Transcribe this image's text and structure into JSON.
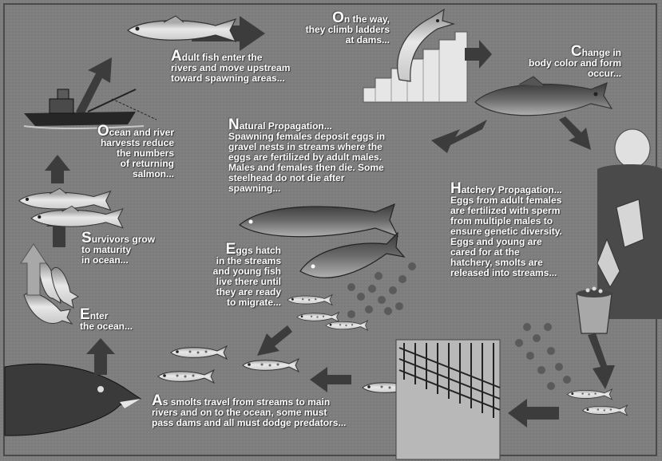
{
  "captions": {
    "adult_fish": {
      "initial": "A",
      "rest": "dult fish enter the\nrivers and move upstream\ntoward spawning areas..."
    },
    "on_the_way": {
      "initial": "O",
      "rest": "n the way,\nthey climb ladders\nat dams..."
    },
    "change": {
      "initial": "C",
      "rest": "hange in\nbody color and form\noccur..."
    },
    "natural": {
      "initial": "N",
      "rest": "atural Propagation...\nSpawning females deposit eggs in\ngravel nests in streams where the\neggs are fertilized by adult males.\nMales and females then die. Some\nsteelhead do not die after\nspawning..."
    },
    "ocean_harvest": {
      "initial": "O",
      "rest": "cean and river\nharvests reduce\nthe numbers\nof returning\nsalmon..."
    },
    "hatchery": {
      "initial": "H",
      "rest": "atchery Propagation...\nEggs from adult females\nare fertilized with sperm\nfrom multiple males to\nensure genetic diversity.\nEggs and young are\ncared for at the\nhatchery, smolts are\nreleased into streams..."
    },
    "survivors": {
      "initial": "S",
      "rest": "urvivors grow\nto maturity\nin ocean..."
    },
    "eggs_hatch": {
      "initial": "E",
      "rest": "ggs hatch\nin the streams\nand young fish\nlive there until\nthey are ready\nto migrate..."
    },
    "enter_ocean": {
      "initial": "E",
      "rest": "nter\nthe ocean..."
    },
    "smolts": {
      "initial": "A",
      "rest": "s smolts travel from streams to main\nrivers and on to the ocean, some must\npass dams and all must dodge predators..."
    }
  },
  "colors": {
    "background": "#7d7d7d",
    "arrow_dark": "#3c3c3c",
    "arrow_light": "#a8a8a8",
    "fish_light": "#d8d8d8",
    "fish_dark": "#4a4a4a"
  },
  "icons": [
    "boat-icon",
    "salmon-icon",
    "dam-ladder-icon",
    "hatchery-worker-icon",
    "bucket-icon",
    "dam-grate-icon",
    "predator-fish-icon",
    "egg-cluster-icon"
  ]
}
